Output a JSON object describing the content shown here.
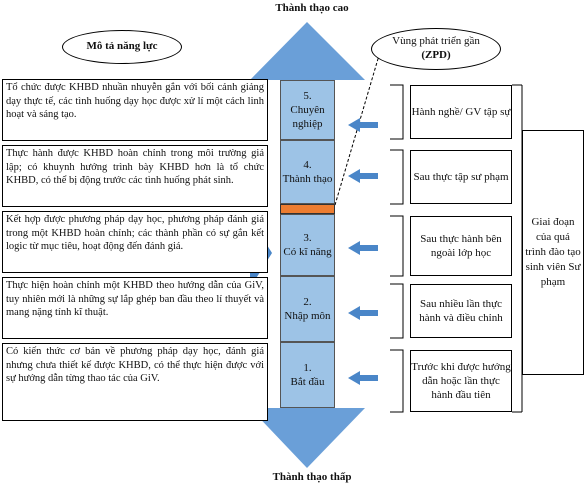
{
  "top_label": "Thành thạo cao",
  "bottom_label": "Thành thạo thấp",
  "left_header": "Mô tả năng lực",
  "zpd_header": {
    "line1": "Vùng phát triển gần",
    "line2": "(ZPD)"
  },
  "descriptions": [
    "Tổ chức được KHBD nhuần nhuyễn gắn với bối cảnh giảng dạy thực tế, các tình huống dạy học được xử lí một cách linh hoạt và sáng tạo.",
    "Thực hành được KHBD hoàn chỉnh trong môi trường giả lập; có khuynh hướng trình bày KHBD hơn là tổ chức KHBD, có thể bị động trước các tình huống phát sinh.",
    "Kết hợp được phương pháp dạy học, phương pháp đánh giá trong một KHBD hoàn chỉnh; các thành phần có sự gắn kết logic từ mục tiêu, hoạt động đến đánh giá.",
    "Thực hiện hoàn chỉnh một KHBD theo hướng dẫn của GiV, tuy nhiên mới là những sự lắp ghép ban đầu theo lí thuyết và mang nặng tính kĩ thuật.",
    "Có kiến thức cơ bản về phương pháp dạy học, đánh giá nhưng chưa thiết kế được KHBD, có thể thực hiện được với sự hướng dẫn từng thao tác của GiV."
  ],
  "levels": [
    {
      "num": "5.",
      "label": "Chuyên nghiệp"
    },
    {
      "num": "4.",
      "label": "Thành thạo"
    },
    {
      "num": "3.",
      "label": "Có kĩ năng"
    },
    {
      "num": "2.",
      "label": "Nhập môn"
    },
    {
      "num": "1.",
      "label": "Bắt đầu"
    }
  ],
  "stages": [
    "Hành nghề/ GV tập sự",
    "Sau thực tập sư phạm",
    "Sau thực hành bên ngoài lớp học",
    "Sau nhiều lần thực hành và điều chỉnh",
    "Trước khi được hướng dẫn hoặc lần thực hành đầu tiên"
  ],
  "period_label": "Giai đoạn của quá trình đào tạo sinh viên Sư phạm",
  "colors": {
    "pillar": "#9dc3e6",
    "arrow": "#6a9fd8",
    "small_arrow": "#4a86c8",
    "zpd": "#ed7d31"
  }
}
